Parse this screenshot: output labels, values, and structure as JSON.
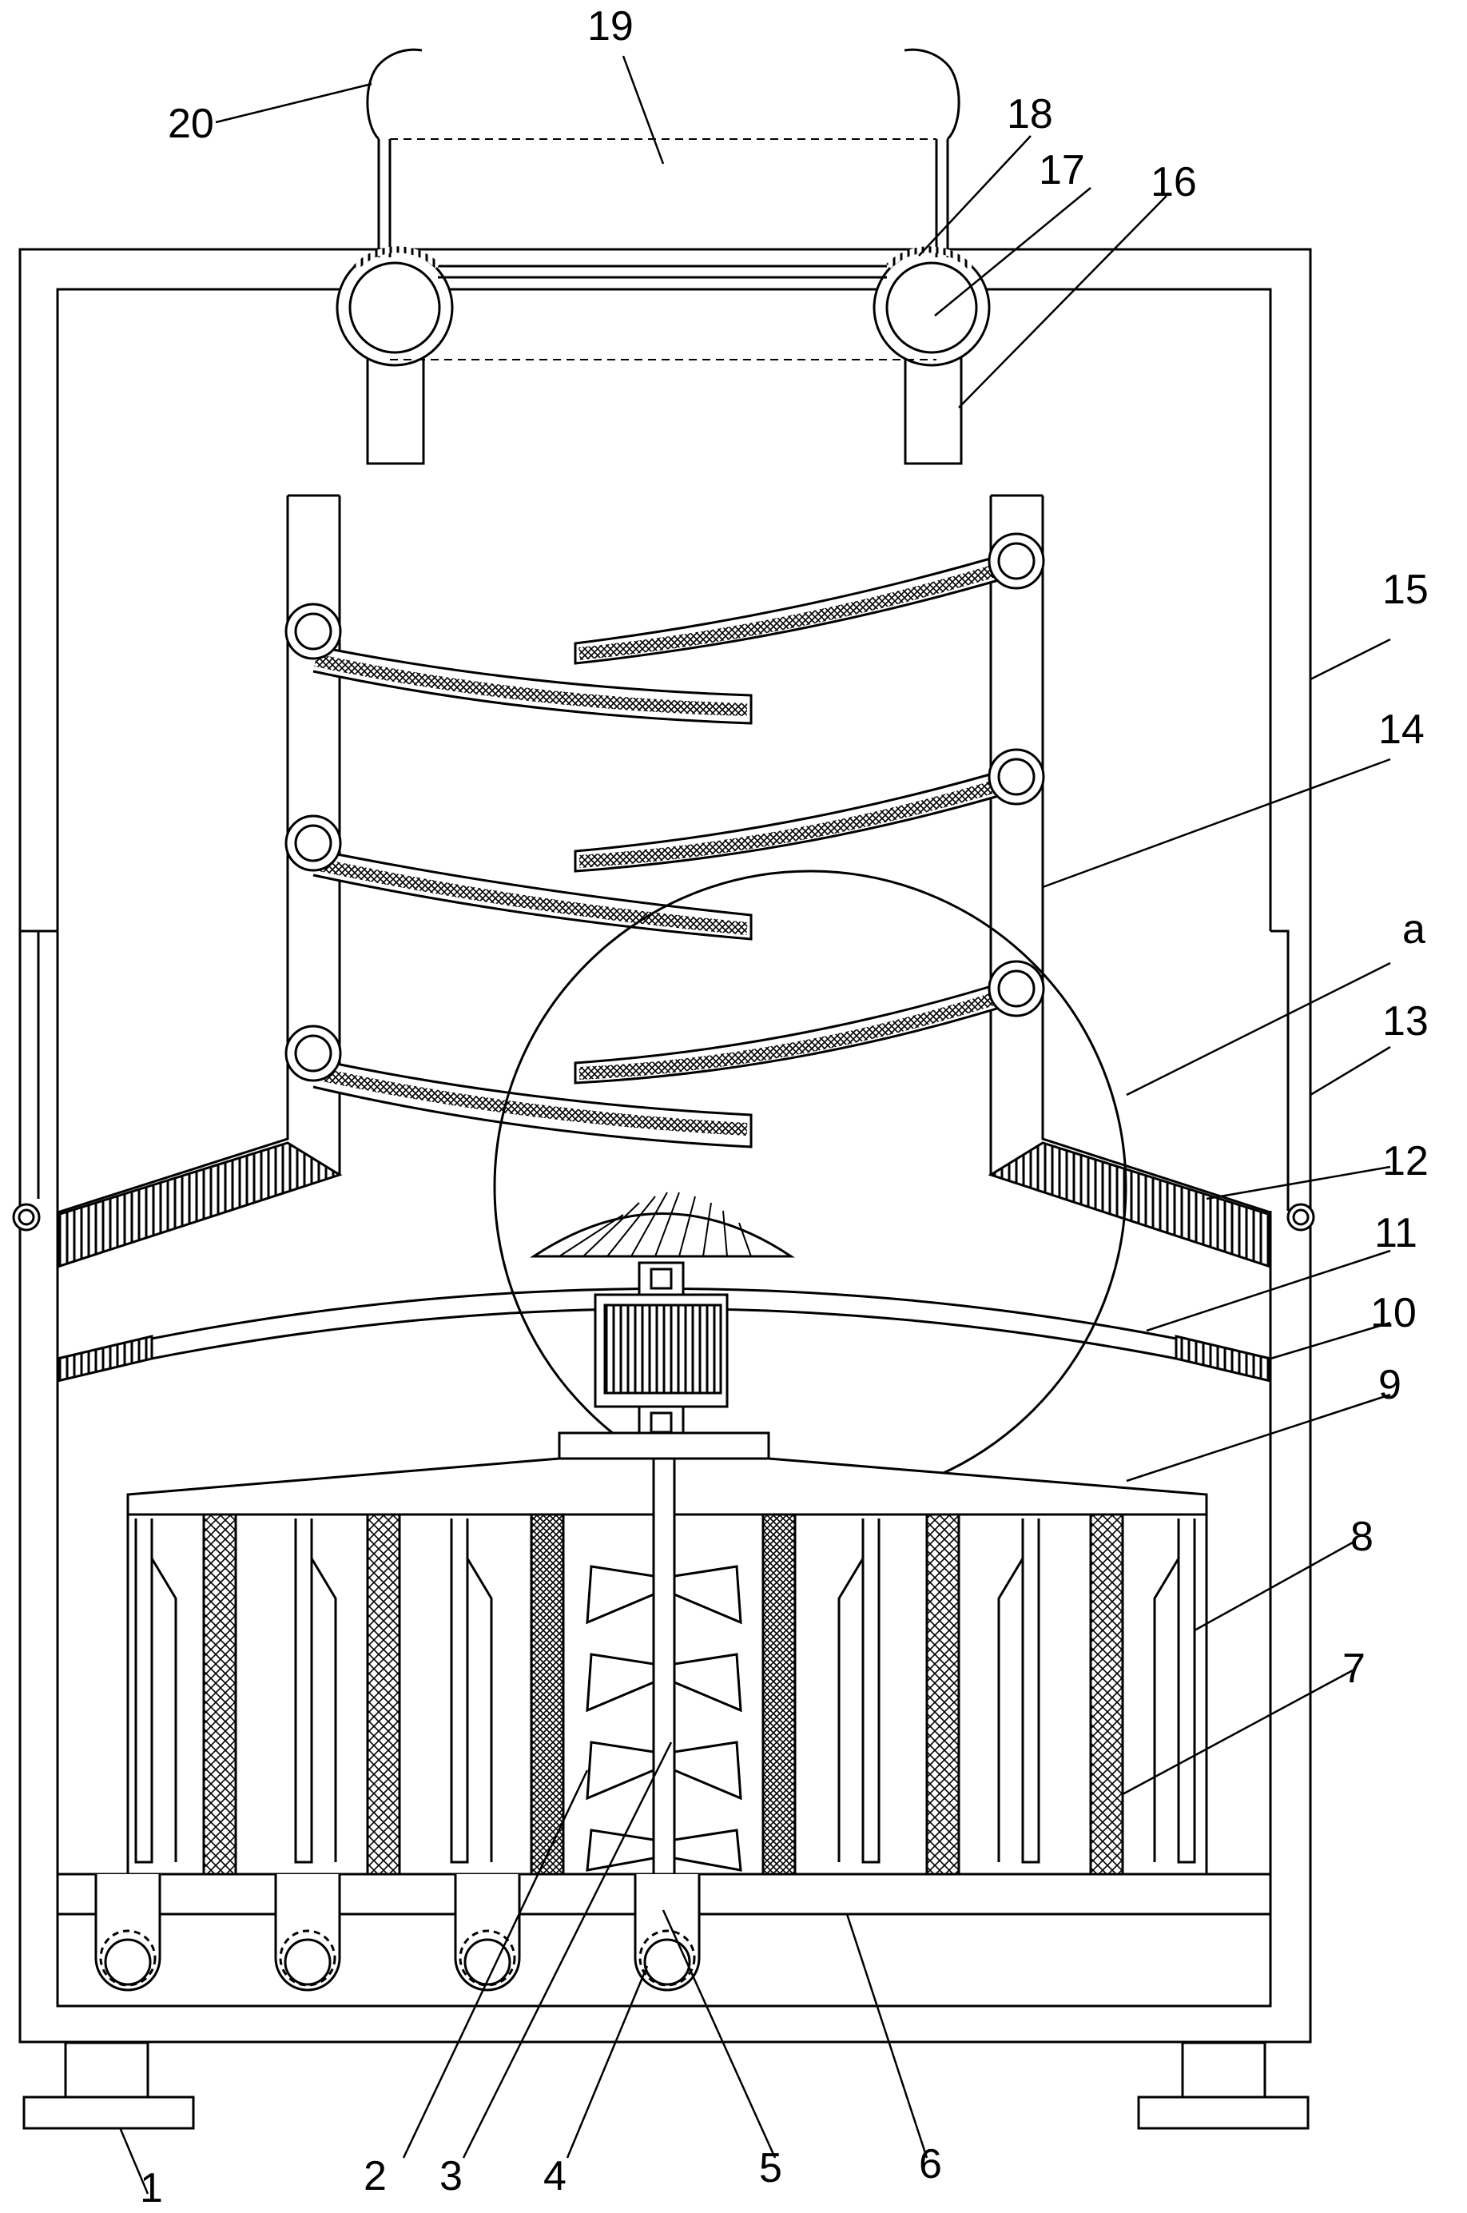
{
  "labels": [
    {
      "id": "1",
      "text": "1"
    },
    {
      "id": "2",
      "text": "2"
    },
    {
      "id": "3",
      "text": "3"
    },
    {
      "id": "4",
      "text": "4"
    },
    {
      "id": "5",
      "text": "5"
    },
    {
      "id": "6",
      "text": "6"
    },
    {
      "id": "7",
      "text": "7"
    },
    {
      "id": "8",
      "text": "8"
    },
    {
      "id": "9",
      "text": "9"
    },
    {
      "id": "10",
      "text": "10"
    },
    {
      "id": "11",
      "text": "11"
    },
    {
      "id": "12",
      "text": "12"
    },
    {
      "id": "13",
      "text": "13"
    },
    {
      "id": "14",
      "text": "14"
    },
    {
      "id": "15",
      "text": "15"
    },
    {
      "id": "16",
      "text": "16"
    },
    {
      "id": "17",
      "text": "17"
    },
    {
      "id": "18",
      "text": "18"
    },
    {
      "id": "19",
      "text": "19"
    },
    {
      "id": "20",
      "text": "20"
    },
    {
      "id": "a",
      "text": "a"
    }
  ]
}
